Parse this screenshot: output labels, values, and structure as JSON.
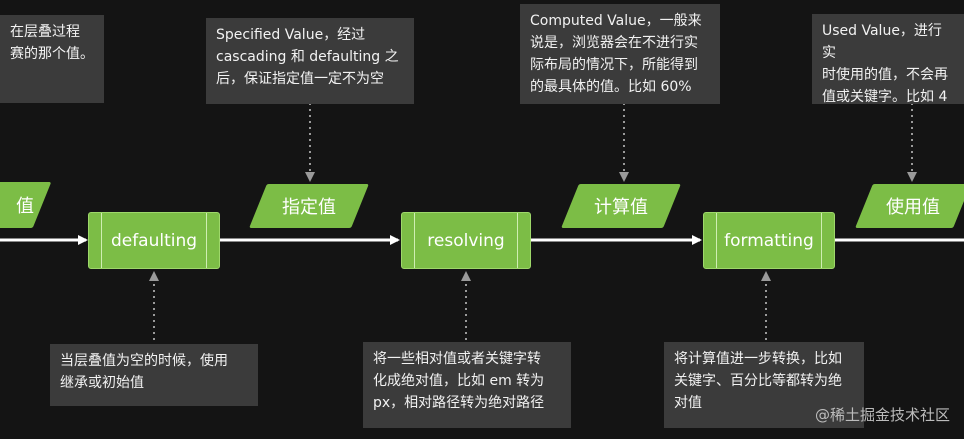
{
  "colors": {
    "background": "#141414",
    "note": "#3b3b3b",
    "green": "#7cbd46",
    "arrow": "#ffffff",
    "connector": "#9a9a9a"
  },
  "notes": {
    "cascaded": "在层叠过程\n赛的那个值。",
    "specified": "Specified Value，经过\ncascading 和 defaulting 之\n后，保证指定值一定不为空",
    "computed": "Computed Value，一般来\n说是，浏览器会在不进行实\n际布局的情况下，所能得到\n的最具体的值。比如 60%",
    "used": "Used Value，进行实\n时使用的值，不会再\n值或关键字。比如 4",
    "defaulting": "当层叠值为空的时候，使用\n继承或初始值",
    "resolving": "将一些相对值或者关键字转\n化成绝对值，比如 em 转为\npx，相对路径转为绝对路径",
    "formatting": "将计算值进一步转换，比如\n关键字、百分比等都转为绝\n对值"
  },
  "processes": {
    "defaulting": "defaulting",
    "resolving": "resolving",
    "formatting": "formatting"
  },
  "values": {
    "cascaded": "值",
    "specified": "指定值",
    "computed": "计算值",
    "used": "使用值"
  },
  "watermark": "@稀土掘金技术社区"
}
